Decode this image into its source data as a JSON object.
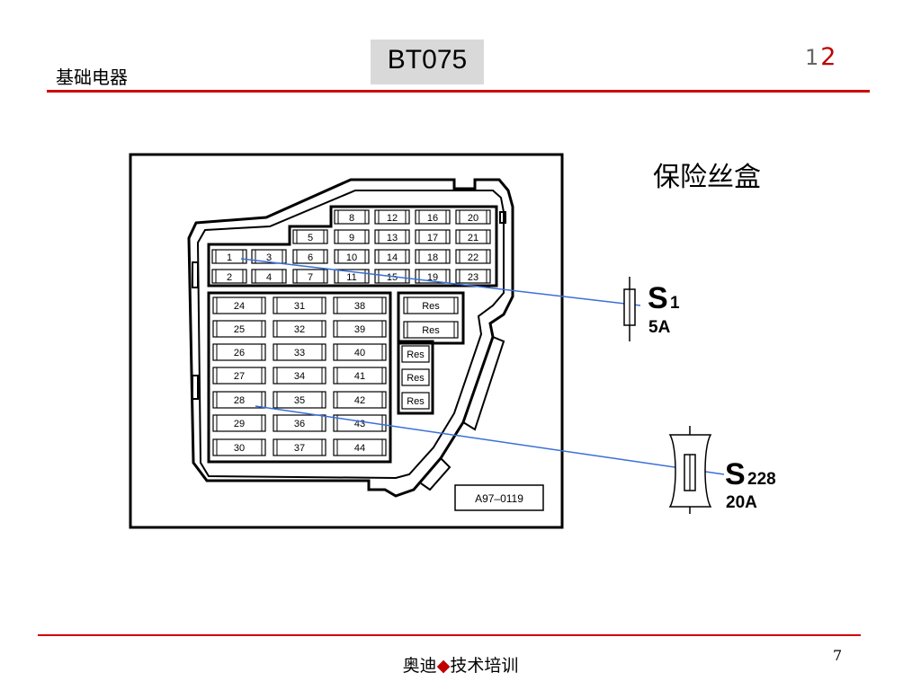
{
  "header": {
    "section_title": "基础电器",
    "course_code": "BT075",
    "page_indicator_current": "1",
    "page_indicator_total": "2"
  },
  "diagram": {
    "title": "保险丝盒",
    "figure_code": "A97–0119",
    "fuse_rows_top": [
      [
        "",
        "",
        "",
        "",
        "",
        "8",
        "12",
        "16",
        "20"
      ],
      [
        "",
        "",
        "",
        "",
        "5",
        "9",
        "13",
        "17",
        "21"
      ],
      [
        "1",
        "3",
        "6",
        "",
        "10",
        "14",
        "18",
        "22"
      ],
      [
        "2",
        "4",
        "7",
        "",
        "11",
        "15",
        "19",
        "23"
      ]
    ],
    "fuse_grid_main": {
      "col1": [
        "24",
        "25",
        "26",
        "27",
        "28",
        "29",
        "30"
      ],
      "col2": [
        "31",
        "32",
        "33",
        "34",
        "35",
        "36",
        "37"
      ],
      "col3": [
        "38",
        "39",
        "40",
        "41",
        "42",
        "43",
        "44"
      ]
    },
    "reserve_label": "Res",
    "callouts": [
      {
        "fuse_letter": "S",
        "fuse_number": "1",
        "rating": "5A",
        "color": "#3a6fd8"
      },
      {
        "fuse_letter": "S",
        "fuse_number": "228",
        "rating": "20A",
        "color": "#3a6fd8"
      }
    ]
  },
  "footer": {
    "brand": "奥迪",
    "diamond": "◆",
    "program": "技术培训",
    "page_number": "7"
  }
}
